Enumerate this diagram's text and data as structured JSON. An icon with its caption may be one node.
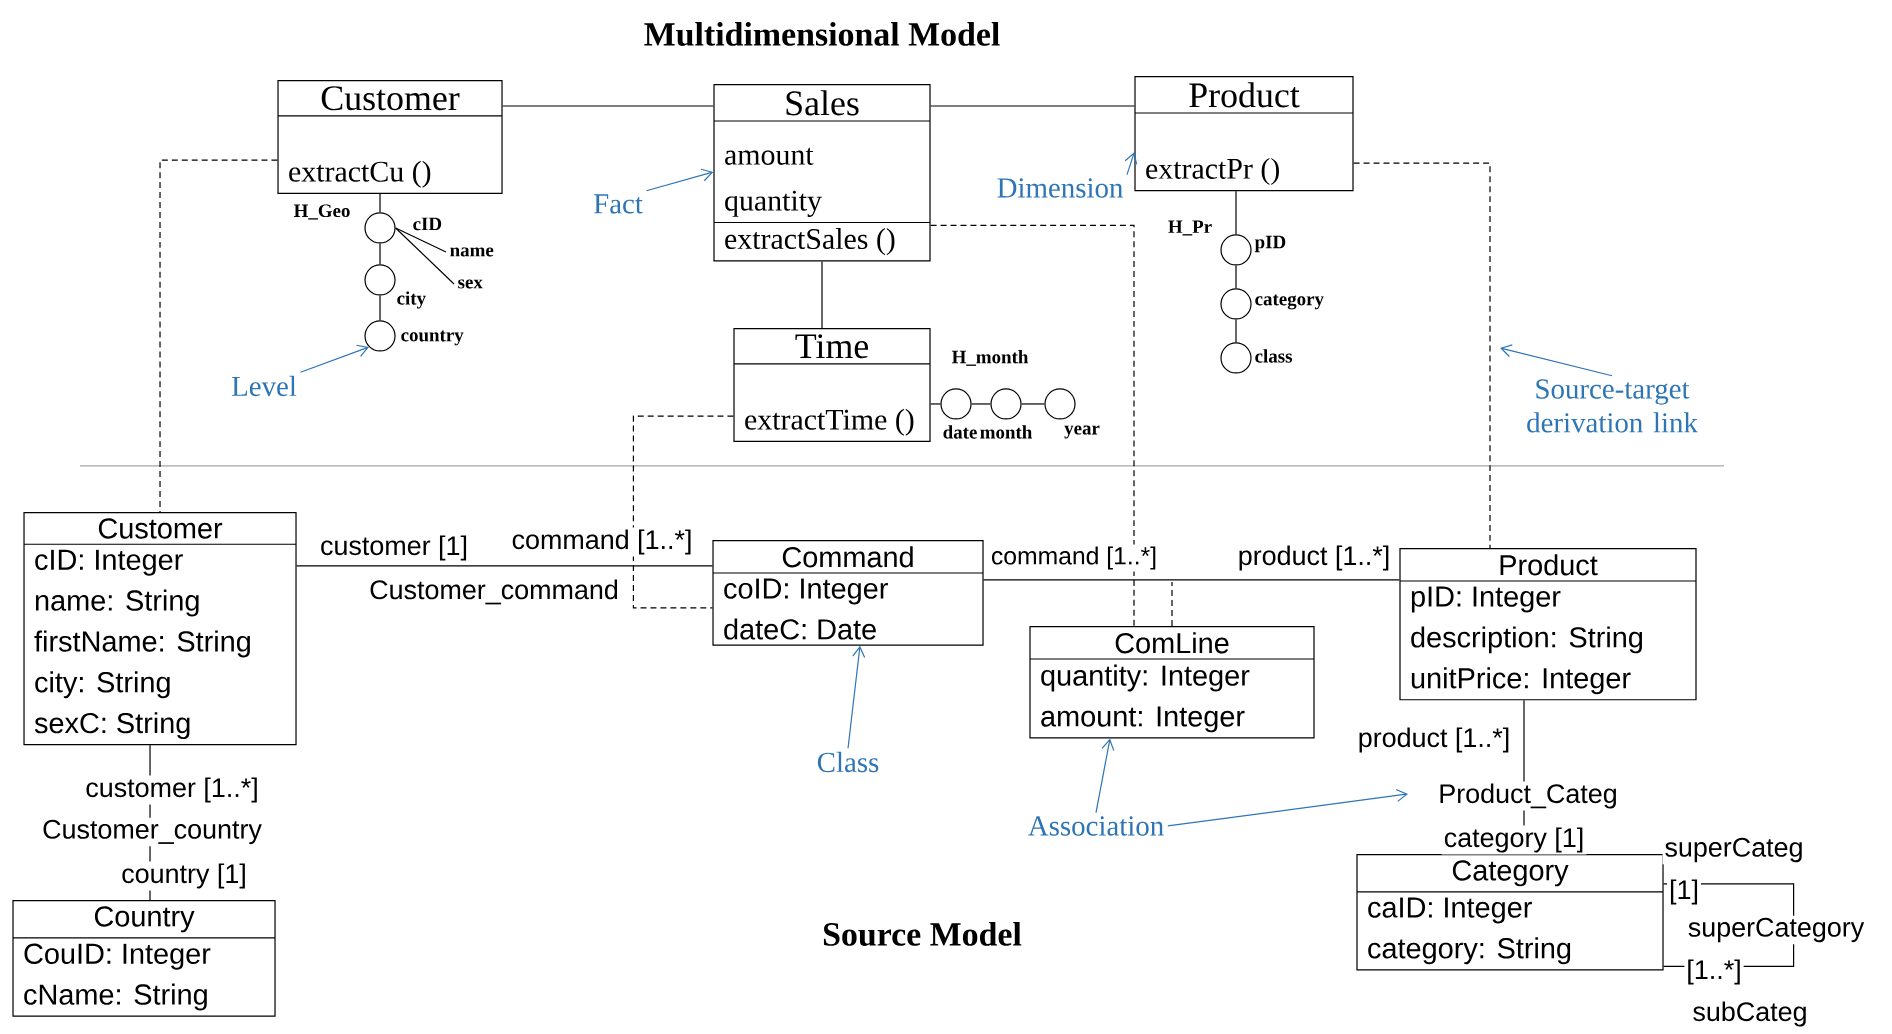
{
  "diagram": {
    "title": "Multidimensional  Model",
    "nodes": [
      {
        "text": [
          "Customer",
          "extractCu ()"
        ]
      },
      {
        "text": [
          "Sales",
          "amount",
          "quantity",
          "extractSales ()"
        ]
      },
      {
        "text": [
          "Product",
          "extractPr ()"
        ]
      },
      {
        "text": [
          "Time",
          "extractTime ()"
        ]
      },
      {
        "text": [],
        "shape": "circle",
        "beside": [
          "cID"
        ]
      },
      {
        "text": [
          "name"
        ]
      },
      {
        "text": [
          "sex"
        ]
      },
      {
        "text": [],
        "shape": "circle",
        "beside": [
          "city"
        ]
      },
      {
        "text": [],
        "shape": "circle",
        "beside": [
          "country"
        ]
      },
      {
        "text": [],
        "shape": "circle",
        "beside": [
          "pID"
        ]
      },
      {
        "text": [],
        "shape": "circle",
        "beside": [
          "category"
        ]
      },
      {
        "text": [],
        "shape": "circle",
        "beside": [
          "class"
        ]
      },
      {
        "text": [],
        "shape": "circle",
        "beside": [
          "date"
        ]
      },
      {
        "text": [],
        "shape": "circle",
        "beside": [
          "month"
        ]
      },
      {
        "text": [],
        "shape": "circle",
        "beside": [
          "year"
        ]
      },
      {
        "text": [
          "Fact"
        ]
      },
      {
        "text": [
          "Dimension"
        ]
      },
      {
        "text": [
          "Level"
        ]
      },
      {
        "text": [
          "Source-target derivation link"
        ]
      },
      {
        "text": [
          "Customer",
          "cID: Integer",
          "name: String",
          "firstName: String",
          "city: String",
          "sexC: String"
        ]
      },
      {
        "text": [
          "Command",
          "coID: Integer",
          "dateC: Date"
        ]
      },
      {
        "text": [
          "ComLine",
          "quantity: Integer",
          "amount: Integer"
        ]
      },
      {
        "text": [
          "Product",
          "pID: Integer",
          "description: String",
          "unitPrice: Integer"
        ]
      },
      {
        "text": [
          "Class"
        ]
      },
      {
        "text": [
          "Association"
        ]
      },
      {
        "text": [
          "Country",
          "CouID: Integer",
          "cName: String"
        ]
      },
      {
        "text": [
          "Category",
          "caID: Integer",
          "category: String"
        ]
      }
    ],
    "edges": [
      {
        "from": 0,
        "to": 1,
        "arrow": "none"
      },
      {
        "from": 1,
        "to": 2,
        "arrow": "none"
      },
      {
        "from": 1,
        "to": 3,
        "arrow": "none"
      },
      {
        "from": 0,
        "to": 4,
        "arrow": "none"
      },
      {
        "from": 4,
        "to": 7,
        "arrow": "none"
      },
      {
        "from": 7,
        "to": 8,
        "arrow": "none"
      },
      {
        "from": 4,
        "to": 5,
        "arrow": "none"
      },
      {
        "from": 4,
        "to": 6,
        "arrow": "none"
      },
      {
        "from": 2,
        "to": 9,
        "arrow": "none"
      },
      {
        "from": 9,
        "to": 10,
        "arrow": "none"
      },
      {
        "from": 10,
        "to": 11,
        "arrow": "none"
      },
      {
        "from": 3,
        "to": 12,
        "arrow": "none"
      },
      {
        "from": 12,
        "to": 13,
        "arrow": "none"
      },
      {
        "from": 13,
        "to": 14,
        "arrow": "none"
      },
      {
        "from": 15,
        "to": 1,
        "arrow": "to",
        "color": "#2e75b6"
      },
      {
        "from": 16,
        "to": 2,
        "arrow": "to",
        "color": "#2e75b6"
      },
      {
        "from": 17,
        "to": 8,
        "arrow": "to",
        "color": "#2e75b6"
      },
      {
        "from": 18,
        "to": null,
        "arrow": "to",
        "color": "#2e75b6"
      },
      {
        "from": 0,
        "to": 19,
        "arrow": "none",
        "style": "dashed"
      },
      {
        "from": 1,
        "to": 21,
        "arrow": "none",
        "style": "dashed"
      },
      {
        "from": 3,
        "to": 20,
        "arrow": "none",
        "style": "dashed"
      },
      {
        "from": 2,
        "to": 22,
        "arrow": "none",
        "style": "dashed"
      },
      {
        "from": 19,
        "to": 20,
        "arrow": "none",
        "label": "Customer_command"
      },
      {
        "from": 20,
        "to": 22,
        "arrow": "none"
      },
      {
        "from": 21,
        "to": null,
        "arrow": "none",
        "style": "dashed"
      },
      {
        "from": 19,
        "to": 25,
        "arrow": "none",
        "label": "Customer_country"
      },
      {
        "from": 22,
        "to": 26,
        "arrow": "none",
        "label": "Product_Categ"
      },
      {
        "from": 26,
        "to": 26,
        "arrow": "none",
        "label": "superCategory"
      },
      {
        "from": 23,
        "to": 20,
        "arrow": "to",
        "color": "#2e75b6"
      },
      {
        "from": 24,
        "to": 21,
        "arrow": "to",
        "color": "#2e75b6"
      },
      {
        "from": 24,
        "to": null,
        "arrow": "to",
        "color": "#2e75b6"
      }
    ],
    "labels": [
      "H_Geo",
      "H_Pr",
      "H_month",
      "customer [1]",
      "command [1..*]",
      "command [1..*]",
      "product [1..*]",
      "product [1..*]",
      "customer [1..*]",
      "category [1]",
      "superCateg",
      "country [1]",
      "[1]",
      "Source Model",
      "[1..*]",
      "subCateg"
    ]
  }
}
